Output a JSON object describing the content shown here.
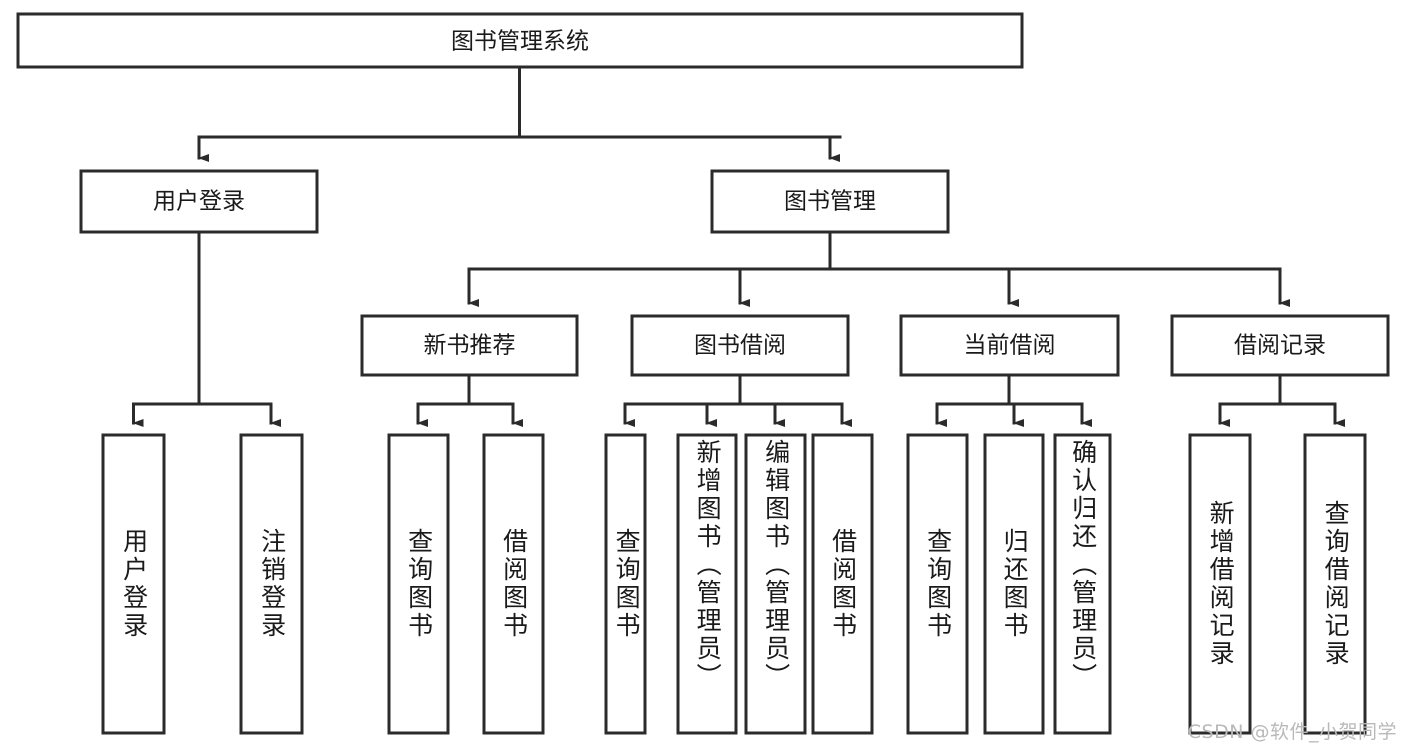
{
  "diagram": {
    "type": "tree-hierarchy-chart",
    "title": "图书管理系统",
    "root": {
      "label": "图书管理系统",
      "id": "root"
    },
    "level2": [
      {
        "id": "user-login",
        "label": "用户登录"
      },
      {
        "id": "book-management",
        "label": "图书管理"
      }
    ],
    "level3": [
      {
        "id": "new-book-recommend",
        "label": "新书推荐",
        "parent": "book-management"
      },
      {
        "id": "book-borrow",
        "label": "图书借阅",
        "parent": "book-management"
      },
      {
        "id": "current-borrow",
        "label": "当前借阅",
        "parent": "book-management"
      },
      {
        "id": "borrow-record",
        "label": "借阅记录",
        "parent": "book-management"
      }
    ],
    "leaves": [
      {
        "id": "leaf-user-login",
        "label": "用户登录",
        "parent": "user-login"
      },
      {
        "id": "leaf-logout-login",
        "label": "注销登录",
        "parent": "user-login"
      },
      {
        "id": "leaf-query-book-1",
        "label": "查询图书",
        "parent": "new-book-recommend"
      },
      {
        "id": "leaf-borrow-book-1",
        "label": "借阅图书",
        "parent": "new-book-recommend"
      },
      {
        "id": "leaf-query-book-2",
        "label": "查询图书",
        "parent": "book-borrow"
      },
      {
        "id": "leaf-add-book",
        "label": "新增图书（管理员）",
        "parent": "book-borrow"
      },
      {
        "id": "leaf-edit-book",
        "label": "编辑图书（管理员）",
        "parent": "book-borrow"
      },
      {
        "id": "leaf-borrow-book-2",
        "label": "借阅图书",
        "parent": "book-borrow"
      },
      {
        "id": "leaf-query-book-3",
        "label": "查询图书",
        "parent": "current-borrow"
      },
      {
        "id": "leaf-return-book",
        "label": "归还图书",
        "parent": "current-borrow"
      },
      {
        "id": "leaf-confirm-return",
        "label": "确认归还（管理员）",
        "parent": "current-borrow"
      },
      {
        "id": "leaf-add-record",
        "label": "新增借阅记录",
        "parent": "borrow-record"
      },
      {
        "id": "leaf-query-record",
        "label": "查询借阅记录",
        "parent": "borrow-record"
      }
    ],
    "watermark": "CSDN @软件_小贺同学",
    "colors": {
      "stroke": "#2b2b2b",
      "fill": "#ffffff",
      "text": "#1a1a1a",
      "watermark": "#b9b9b9"
    }
  }
}
